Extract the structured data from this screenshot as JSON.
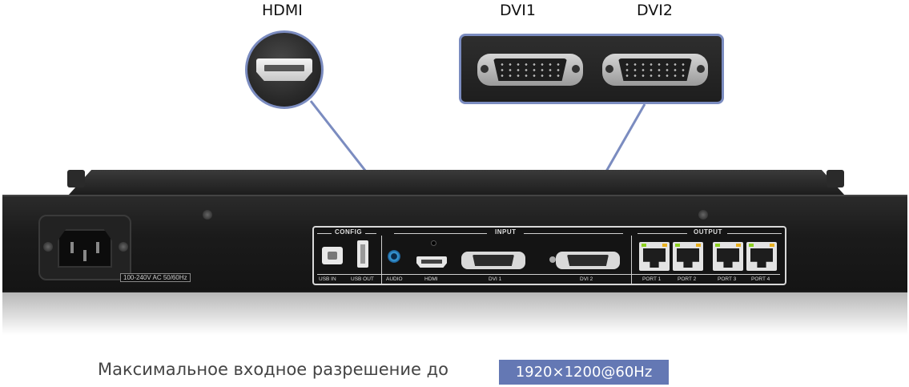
{
  "callouts": {
    "hdmi": "HDMI",
    "dvi1": "DVI1",
    "dvi2": "DVI2"
  },
  "power": {
    "rating": "100-240V AC 50/60Hz"
  },
  "panel": {
    "config_label": "CONFIG",
    "input_label": "INPUT",
    "output_label": "OUTPUT",
    "ports": {
      "usb_in": "USB IN",
      "usb_out": "USB OUT",
      "audio": "AUDIO",
      "hdmi": "HDMI",
      "dvi1": "DVI 1",
      "dvi2": "DVI 2",
      "port1": "PORT 1",
      "port2": "PORT 2",
      "port3": "PORT 3",
      "port4": "PORT 4"
    }
  },
  "caption": {
    "text": "Максимальное входное разрешение до",
    "resolution": "1920×1200@60Hz"
  },
  "colors": {
    "accent": "#6478b4",
    "callout_line": "#7b8cc0"
  }
}
